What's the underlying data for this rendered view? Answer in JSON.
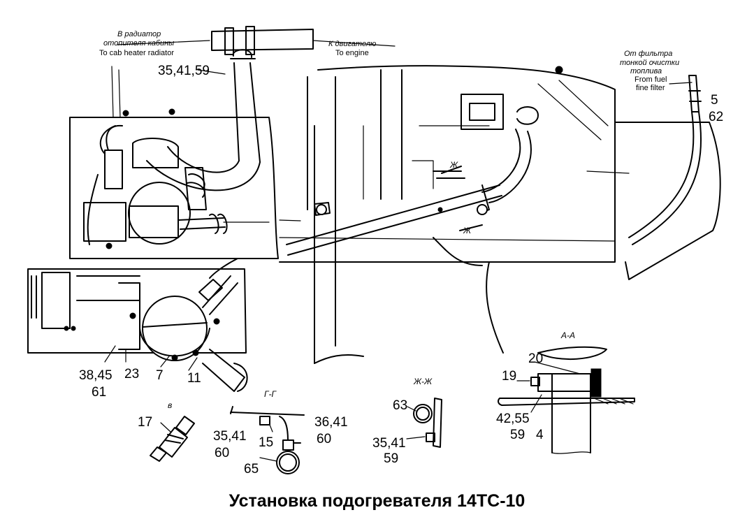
{
  "title": "Установка подогревателя 14ТС-10",
  "notes": {
    "cab_heater": {
      "ru_line1": "В радиатор",
      "ru_line2": "отопителя кабины",
      "en": "To cab heater radiator"
    },
    "engine": {
      "ru": "К двигателю",
      "en": "To engine"
    },
    "fuel_filter": {
      "ru_line1": "От фильтра",
      "ru_line2": "тонкой очистки",
      "ru_line3": "топлива",
      "en_line1": "From fuel",
      "en_line2": "fine filter"
    }
  },
  "sections": {
    "aa": "А-А",
    "v": "в",
    "gg": "Г-Г",
    "zhzh": "Ж-Ж",
    "zh_mark": "Ж"
  },
  "callouts": {
    "c_35_41_59_top": "35,41,59",
    "c_5": "5",
    "c_62": "62",
    "c_38_45": "38,45",
    "c_61": "61",
    "c_23": "23",
    "c_7": "7",
    "c_11": "11",
    "c_17": "17",
    "c_35_41_gg": "35,41",
    "c_60_gg_left": "60",
    "c_15": "15",
    "c_36_41": "36,41",
    "c_60_gg_right": "60",
    "c_65": "65",
    "c_63": "63",
    "c_35_41_zh": "35,41",
    "c_59_zh": "59",
    "c_20": "20",
    "c_19": "19",
    "c_42_55": "42,55",
    "c_59_aa": "59",
    "c_4": "4"
  }
}
